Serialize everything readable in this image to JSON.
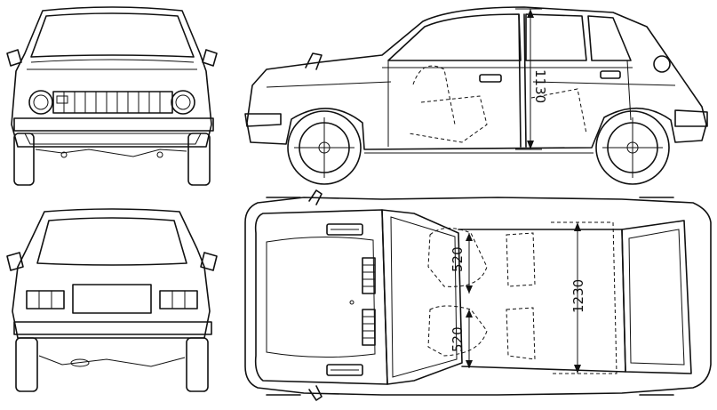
{
  "dimensions": {
    "side_height": "1130",
    "seat_left": "520",
    "seat_right": "520",
    "interior_width": "1230"
  },
  "colors": {
    "line": "#111111",
    "background": "#ffffff"
  }
}
